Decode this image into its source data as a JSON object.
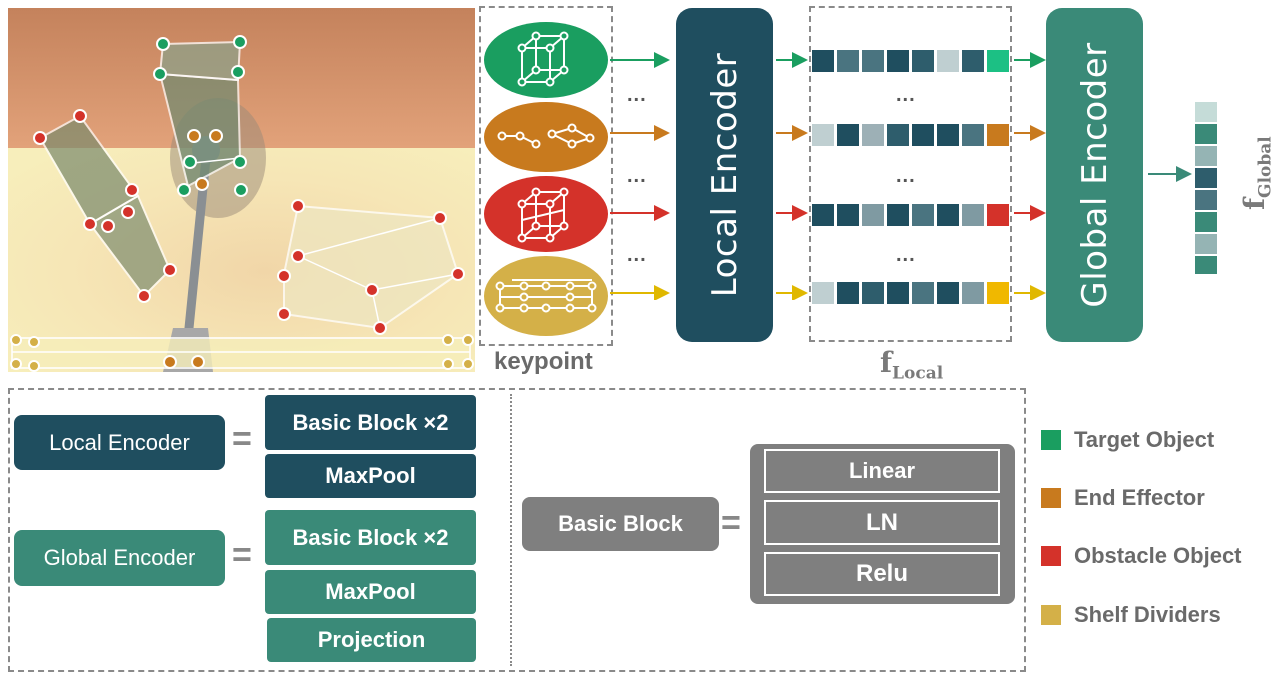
{
  "colors": {
    "local_encoder": "#1f4e5f",
    "global_encoder": "#3a8a78",
    "target": "#1a9e60",
    "end_effector": "#c87a1e",
    "obstacle": "#d4322a",
    "shelf": "#d4b048",
    "gray_block": "#7f7f7f",
    "label_gray": "#6a6a6a"
  },
  "top": {
    "keypoint_label": "keypoint",
    "local_encoder_label": "Local Encoder",
    "global_encoder_label": "Global Encoder",
    "f_local": "f",
    "f_local_sub": "Local",
    "f_global": "f",
    "f_global_sub": "Global",
    "ellipsis": "...",
    "ellipse_icons": [
      "cube-keypoints-icon",
      "chain-keypoints-icon",
      "cube-keypoints-icon",
      "shelf-keypoints-icon"
    ]
  },
  "bottom": {
    "local_encoder_label": "Local Encoder",
    "global_encoder_label": "Global Encoder",
    "equals": "=",
    "local_blocks": [
      "Basic Block ×2",
      "MaxPool"
    ],
    "global_blocks": [
      "Basic Block ×2",
      "MaxPool",
      "Projection"
    ],
    "basic_block_label": "Basic Block",
    "basic_block_layers": [
      "Linear",
      "LN",
      "Relu"
    ]
  },
  "legend": [
    {
      "label": "Target Object",
      "color": "#1a9e60"
    },
    {
      "label": "End Effector",
      "color": "#c87a1e"
    },
    {
      "label": "Obstacle Object",
      "color": "#d4322a"
    },
    {
      "label": "Shelf Dividers",
      "color": "#d4b048"
    }
  ]
}
